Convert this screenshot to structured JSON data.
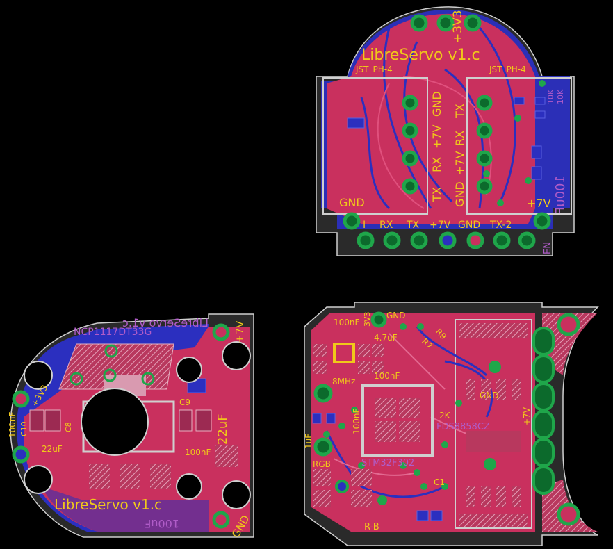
{
  "colors": {
    "background": "#000000",
    "board_outline": "#2a2a2a",
    "board_edge": "#cfcfcf",
    "top_copper": "#c9305e",
    "bottom_copper": "#2b2fbf",
    "silk_top": "#f0c81a",
    "silk_bottom": "#b05cc8",
    "pad_ring": "#1fa64a",
    "pad_hole": "#0c6a2c",
    "doc_layer": "#e6b0c0",
    "smd_pad": "#9c2a52"
  },
  "board_top": {
    "title": "LibreServo v1.c",
    "connector_left": "JST_PH-4",
    "connector_right": "JST_PH-4",
    "supply": "+3V3",
    "left_pins": [
      "TX",
      "RX",
      "+7V",
      "GND"
    ],
    "right_pins": [
      "GND",
      "+7V",
      "RX",
      "TX"
    ],
    "gnd": "GND",
    "plus7v": "+7V",
    "en": "EN",
    "header_labels": [
      "I",
      "RX",
      "TX",
      "+7V",
      "GND",
      "TX-2"
    ],
    "bottom_caps": [
      "100uF",
      "10K",
      "10K"
    ]
  },
  "board_left": {
    "title": "LibreServo v1.c",
    "regulator": "NCP1117DT33G",
    "cap_c9": "C9",
    "cap_22uf_big": "22uF",
    "cap_22uf_small": "22uF",
    "cap_100nf_left": "100nF",
    "cap_100nf_right": "100nF",
    "c10": "C10",
    "c8": "C8",
    "v33": "+3V3",
    "plus7v": "+7V",
    "gnd": "GND",
    "bottom_mirror": "100uF"
  },
  "board_right": {
    "mcu": "STM32F302",
    "mosfet": "FDS8858CZ",
    "crystal": "8MHz",
    "c_100nf_top": "100nF",
    "c_4_7uf": "4.7uF",
    "c_100nf_mid": "100nF",
    "c_100nf_side": "100nF",
    "c_1uf": "1uF",
    "c1": "C1",
    "v33": "3V3",
    "gnd_top": "GND",
    "gnd_mid": "GND",
    "plus7v": "+7V",
    "rgb": "RGB",
    "r_b": "R-B",
    "r_2k": "2K",
    "r7": "R7",
    "r9": "R9"
  }
}
